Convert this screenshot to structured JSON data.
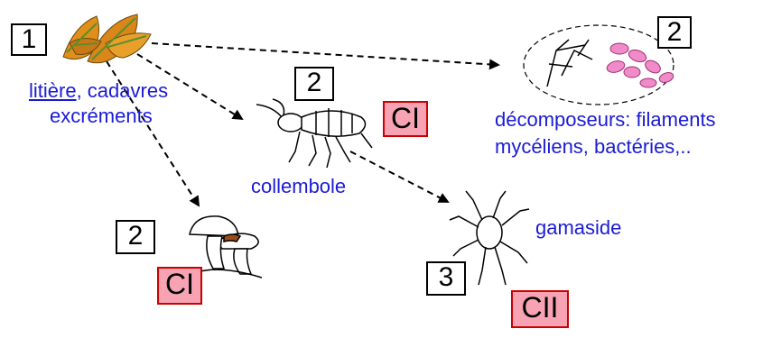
{
  "nodes": {
    "litter": {
      "number": "1",
      "label_underlined": "litière",
      "label_rest": ", cadavres",
      "label_line2": "excréments"
    },
    "decomposers": {
      "number": "2",
      "label_line1": "décomposeurs: filaments",
      "label_line2": "mycéliens, bactéries,.."
    },
    "collembola": {
      "number": "2",
      "consumer_level": "CI",
      "label": "collembole"
    },
    "mushroom": {
      "number": "2",
      "consumer_level": "CI"
    },
    "gamasid": {
      "number": "3",
      "consumer_level": "CII",
      "label": "gamaside"
    }
  },
  "colors": {
    "label_text": "#1b1bd6",
    "consumer_box_fill": "#f7a3b3",
    "consumer_box_border": "#cc0000",
    "leaf_orange": "#e0901a",
    "leaf_green": "#5a8f2a",
    "bacteria_pink": "#f08ac8"
  },
  "icons": [
    "leaf-litter-icon",
    "microbes-icon",
    "springtail-icon",
    "mushroom-icon",
    "mite-icon"
  ]
}
